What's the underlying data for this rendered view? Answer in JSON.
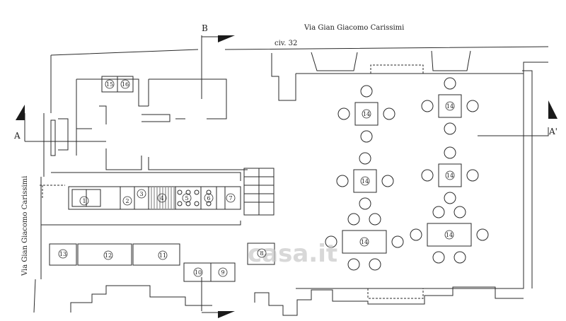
{
  "street_top": "Via Gian Giacomo Carissimi",
  "street_left": "Via Gian Giacomo Carissimi",
  "civic": "civ. 32",
  "sections": {
    "A": "A",
    "A_prime": "A'",
    "B": "B"
  },
  "equipment": {
    "e1": "1",
    "e2": "2",
    "e3": "3",
    "e4": "4",
    "e5": "5",
    "e6": "6",
    "e7": "7",
    "e8": "8",
    "e9": "9",
    "e10": "10",
    "e11": "11",
    "e12": "12",
    "e13": "13",
    "e15": "15",
    "e16": "16"
  },
  "tables": {
    "t1": "14",
    "t2": "14",
    "t3": "14",
    "t4": "14",
    "t5": "14",
    "t6": "14"
  },
  "watermark": "casa.it",
  "colors": {
    "line": "#2a2a2a",
    "hatch": "#555555",
    "watermark": "#c8c8c8"
  }
}
